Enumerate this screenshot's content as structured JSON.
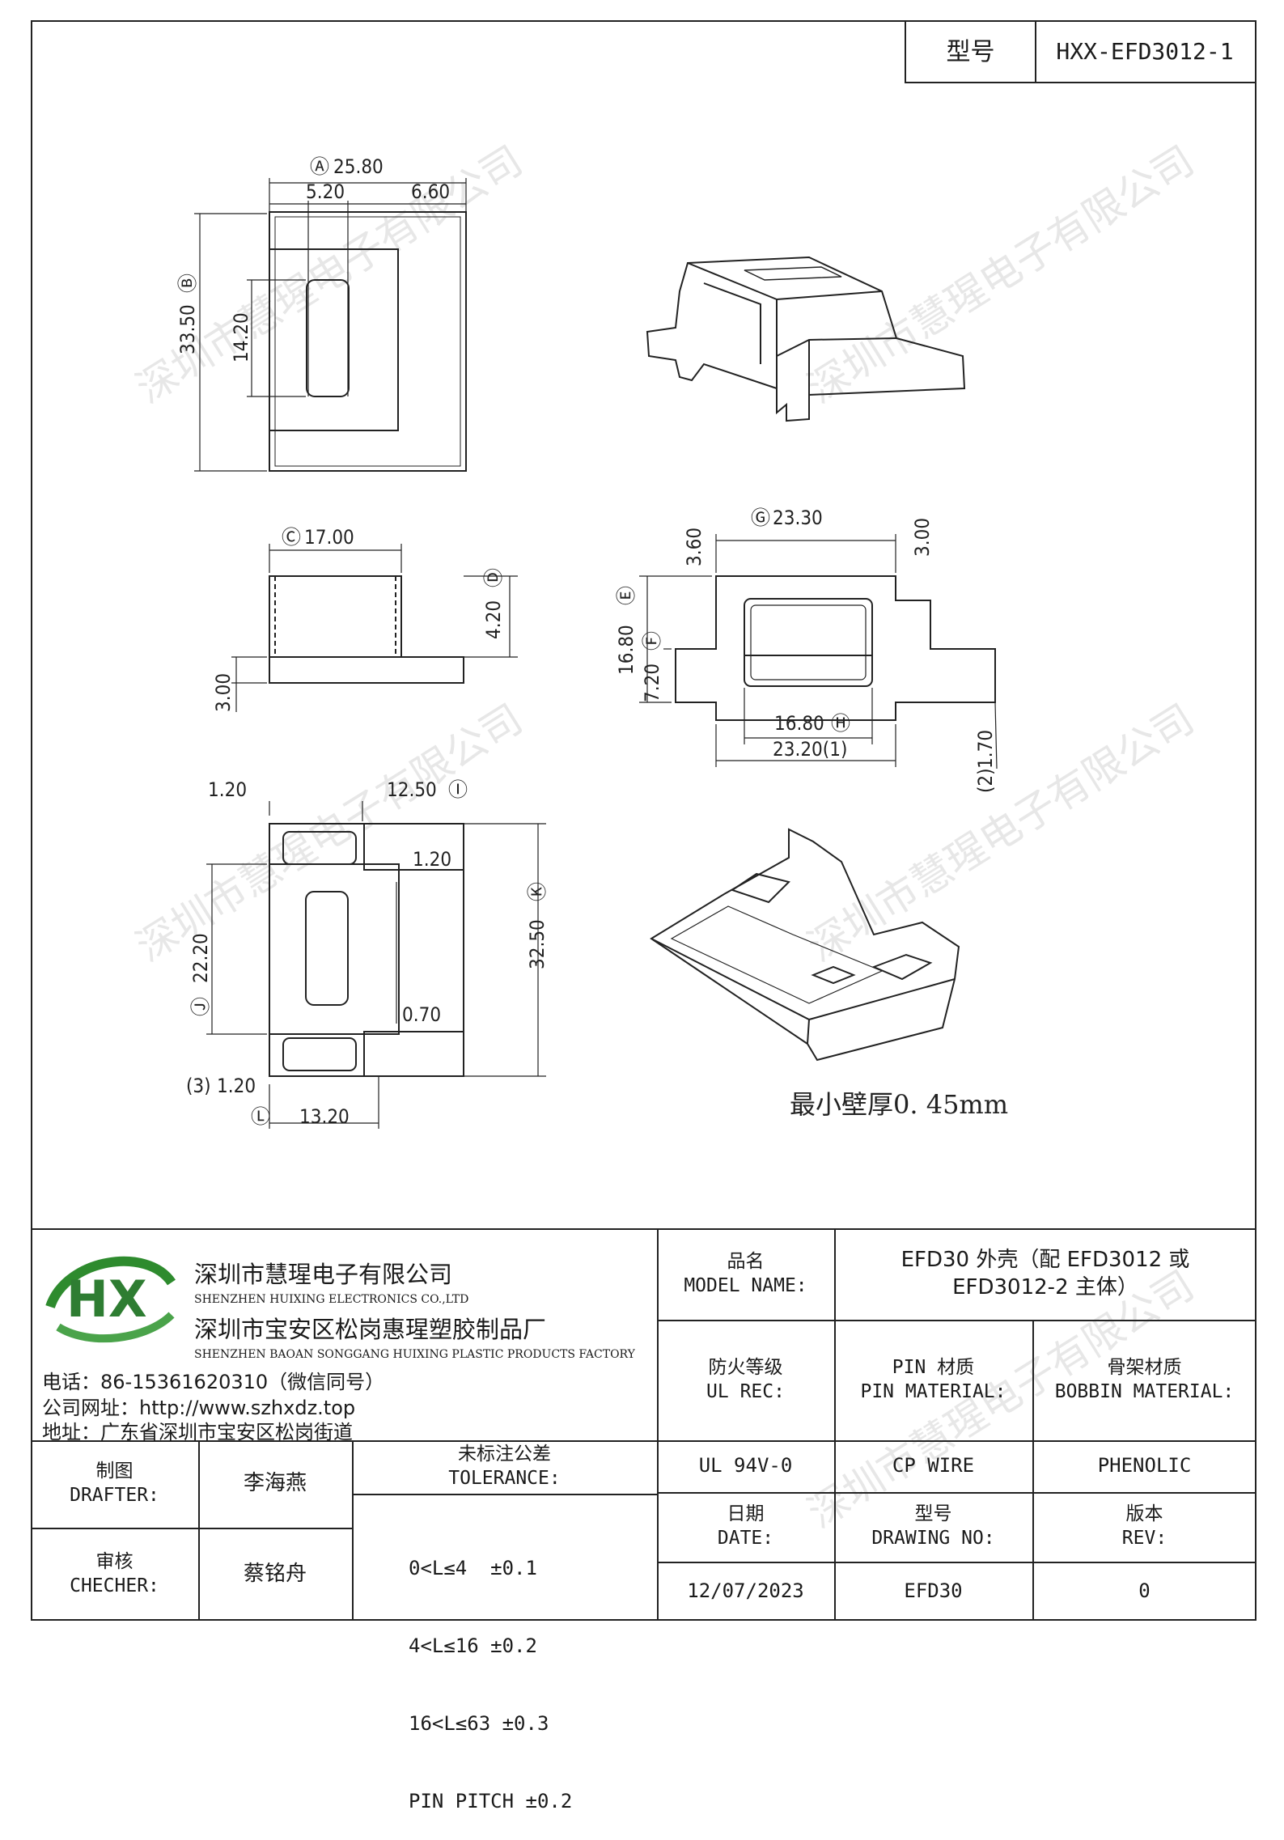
{
  "header": {
    "model_label": "型号",
    "model_value": "HXX-EFD3012-1"
  },
  "drawing": {
    "dims": {
      "a": "25.80",
      "a_mark": "Ⓐ",
      "w1": "5.20",
      "w2": "6.60",
      "b": "33.50",
      "b_mark": "Ⓑ",
      "h14": "14.20",
      "c": "17.00",
      "c_mark": "Ⓒ",
      "d": "4.20",
      "d_mark": "Ⓓ",
      "t300": "3.00",
      "g": "23.30",
      "g_mark": "Ⓖ",
      "t360": "3.60",
      "t300r": "3.00",
      "e": "16.80",
      "e_mark": "Ⓔ",
      "f": "7.20",
      "f_mark": "Ⓕ",
      "h": "16.80",
      "h_mark": "Ⓗ",
      "b1": "23.20(1)",
      "b2": "1.70",
      "b2_note": "(2)",
      "i": "12.50",
      "i_mark": "Ⓘ",
      "l120a": "1.20",
      "l120b": "1.20",
      "k": "32.50",
      "k_mark": "Ⓚ",
      "j": "22.20",
      "j_mark": "Ⓙ",
      "p070": "0.70",
      "n3": "(3)",
      "n3_val": "1.20",
      "l_mark": "Ⓛ",
      "l": "13.20"
    },
    "min_wall": "最小壁厚0. 45mm",
    "watermark": "深圳市慧瑆电子有限公司"
  },
  "company": {
    "logo": "HX",
    "name_cn": "深圳市慧瑆电子有限公司",
    "name_en": "SHENZHEN HUIXING ELECTRONICS CO.,LTD",
    "factory_cn": "深圳市宝安区松岗惠瑆塑胶制品厂",
    "factory_en": "SHENZHEN BAOAN SONGGANG HUIXING PLASTIC PRODUCTS FACTORY",
    "phone": "电话：86-15361620310（微信同号）",
    "website": "公司网址：http://www.szhxdz.top",
    "address": "地址：广东省深圳市宝安区松岗街道"
  },
  "title_block": {
    "model_name_label_cn": "品名",
    "model_name_label_en": "MODEL NAME:",
    "model_name_line1": "EFD30 外壳（配 EFD3012 或",
    "model_name_line2": "EFD3012-2 主体）",
    "ul_label_cn": "防火等级",
    "ul_label_en": "UL REC:",
    "pin_label_cn": "PIN 材质",
    "pin_label_en": "PIN MATERIAL:",
    "bobbin_label_cn": "骨架材质",
    "bobbin_label_en": "BOBBIN MATERIAL:",
    "ul_value": "UL 94V-0",
    "pin_value": "CP WIRE",
    "bobbin_value": "PHENOLIC",
    "drafter_cn": "制图",
    "drafter_en": "DRAFTER:",
    "drafter_name": "李海燕",
    "checker_cn": "审核",
    "checker_en": "CHECHER:",
    "checker_name": "蔡铭舟",
    "tol_label_cn": "未标注公差",
    "tol_label_en": "TOLERANCE:",
    "tol_lines": [
      "0<L≤4  ±0.1",
      "4<L≤16 ±0.2",
      "16<L≤63 ±0.3",
      "PIN PITCH ±0.2"
    ],
    "date_cn": "日期",
    "date_en": "DATE:",
    "dwg_cn": "型号",
    "dwg_en": "DRAWING NO:",
    "rev_cn": "版本",
    "rev_en": "REV:",
    "date_value": "12/07/2023",
    "dwg_value": "EFD30",
    "rev_value": "0"
  }
}
